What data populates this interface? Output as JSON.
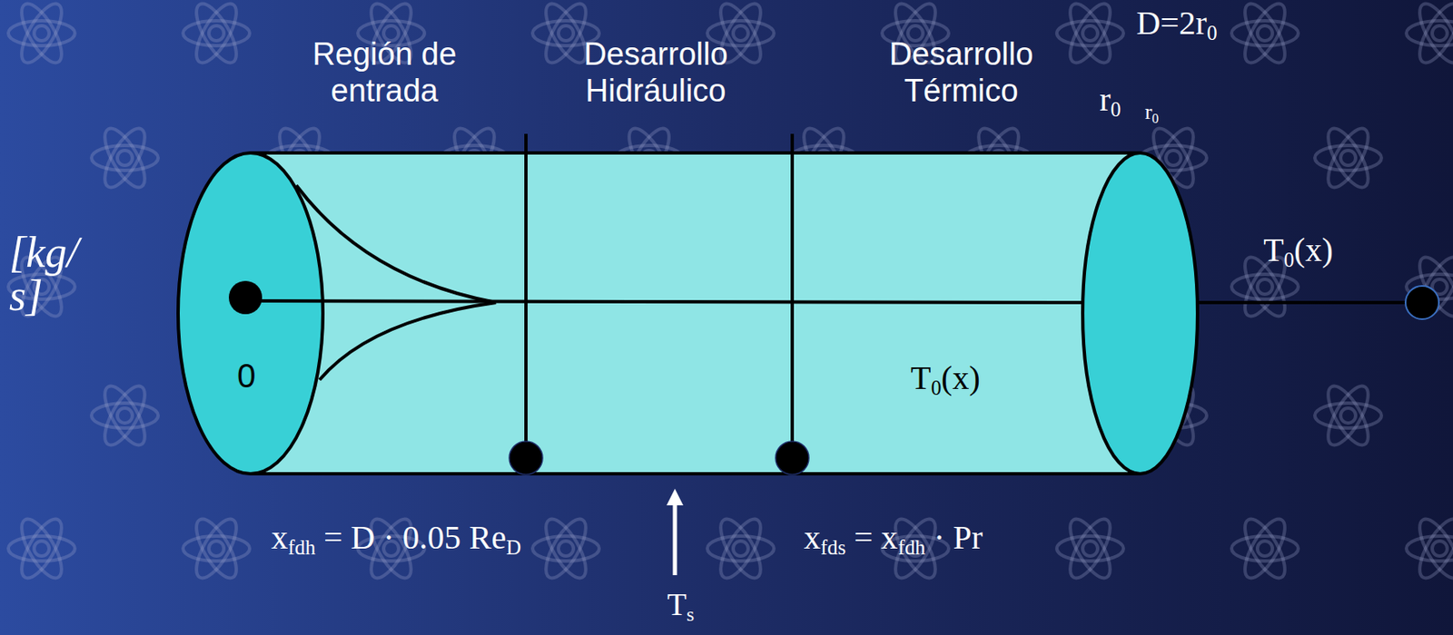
{
  "diagram": {
    "labels": [
      "Región de entrada",
      "Desarrollo Hidráulico",
      "Desarrollo Térmico",
      "D=2r0",
      "r0",
      "r0",
      "[kg/s]",
      "T0(x)",
      "0",
      "T0(x)",
      "xfdh = D · 0.05 ReD",
      "xfds = xfdh · Pr",
      "Ts"
    ]
  }
}
